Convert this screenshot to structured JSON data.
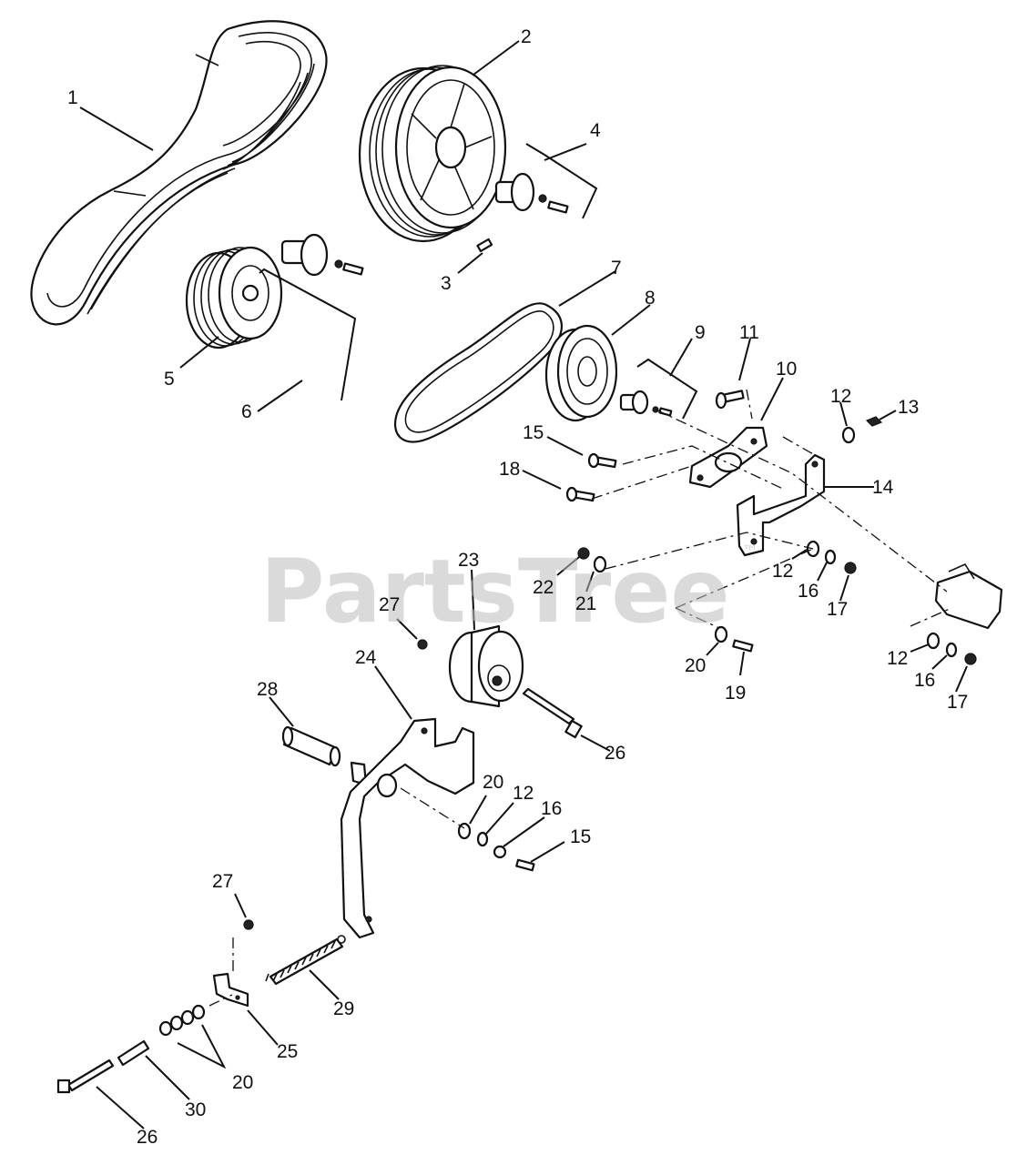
{
  "watermark": {
    "text": "PartsTree",
    "mark": "™"
  },
  "callouts": [
    {
      "id": "c1",
      "label": "1"
    },
    {
      "id": "c2",
      "label": "2"
    },
    {
      "id": "c3",
      "label": "3"
    },
    {
      "id": "c4",
      "label": "4"
    },
    {
      "id": "c5",
      "label": "5"
    },
    {
      "id": "c6",
      "label": "6"
    },
    {
      "id": "c7",
      "label": "7"
    },
    {
      "id": "c8",
      "label": "8"
    },
    {
      "id": "c9",
      "label": "9"
    },
    {
      "id": "c10",
      "label": "10"
    },
    {
      "id": "c11",
      "label": "11"
    },
    {
      "id": "c12a",
      "label": "12"
    },
    {
      "id": "c13",
      "label": "13"
    },
    {
      "id": "c14",
      "label": "14"
    },
    {
      "id": "c15a",
      "label": "15"
    },
    {
      "id": "c18",
      "label": "18"
    },
    {
      "id": "c23",
      "label": "23"
    },
    {
      "id": "c22",
      "label": "22"
    },
    {
      "id": "c21",
      "label": "21"
    },
    {
      "id": "c12b",
      "label": "12"
    },
    {
      "id": "c16a",
      "label": "16"
    },
    {
      "id": "c17a",
      "label": "17"
    },
    {
      "id": "c27a",
      "label": "27"
    },
    {
      "id": "c24",
      "label": "24"
    },
    {
      "id": "c20a",
      "label": "20"
    },
    {
      "id": "c19",
      "label": "19"
    },
    {
      "id": "c12c",
      "label": "12"
    },
    {
      "id": "c16b",
      "label": "16"
    },
    {
      "id": "c17b",
      "label": "17"
    },
    {
      "id": "c28",
      "label": "28"
    },
    {
      "id": "c26a",
      "label": "26"
    },
    {
      "id": "c20b",
      "label": "20"
    },
    {
      "id": "c12d",
      "label": "12"
    },
    {
      "id": "c16c",
      "label": "16"
    },
    {
      "id": "c15b",
      "label": "15"
    },
    {
      "id": "c27b",
      "label": "27"
    },
    {
      "id": "c29",
      "label": "29"
    },
    {
      "id": "c25",
      "label": "25"
    },
    {
      "id": "c20c",
      "label": "20"
    },
    {
      "id": "c30",
      "label": "30"
    },
    {
      "id": "c26b",
      "label": "26"
    }
  ]
}
